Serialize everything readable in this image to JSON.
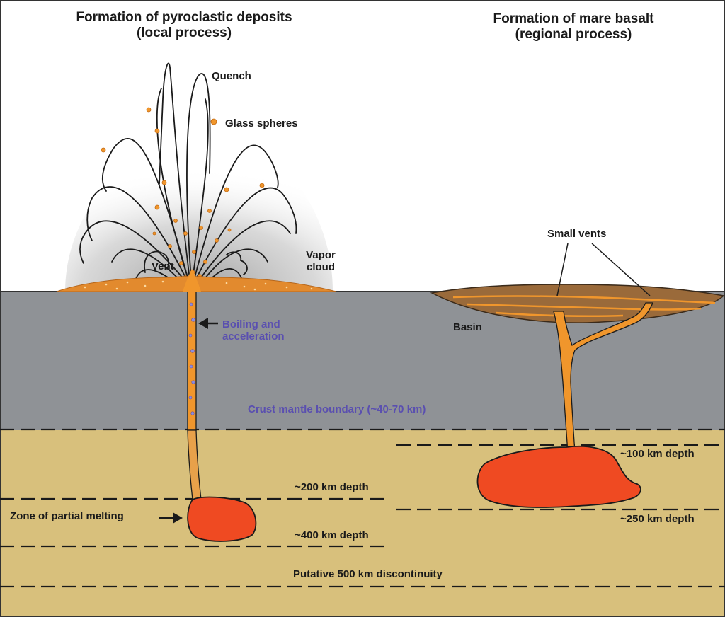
{
  "titles": {
    "left_line1": "Formation of pyroclastic deposits",
    "left_line2": "(local process)",
    "right_line1": "Formation of mare basalt",
    "right_line2": "(regional process)"
  },
  "labels": {
    "quench": "Quench",
    "glass_spheres": "Glass spheres",
    "vapor_cloud_line1": "Vapor",
    "vapor_cloud_line2": "cloud",
    "vent": "Vent",
    "boiling_line1": "Boiling and",
    "boiling_line2": "acceleration",
    "basin": "Basin",
    "small_vents": "Small vents",
    "crust_mantle_boundary": "Crust mantle boundary (~40-70 km)",
    "depth_100": "~100 km depth",
    "depth_200": "~200 km depth",
    "depth_250": "~250 km depth",
    "depth_400": "~400 km depth",
    "discontinuity_500": "Putative 500 km discontinuity",
    "zone_partial_melting": "Zone of partial melting"
  },
  "colors": {
    "crust": "#8f9296",
    "mantle": "#d8c07c",
    "magma": "#f0962c",
    "melt_zone": "#ef4a22",
    "pyroclastic_deposit": "#e28a2e",
    "mare_basalt": "#9a6a3a",
    "label_blue": "#5a4fb0"
  }
}
